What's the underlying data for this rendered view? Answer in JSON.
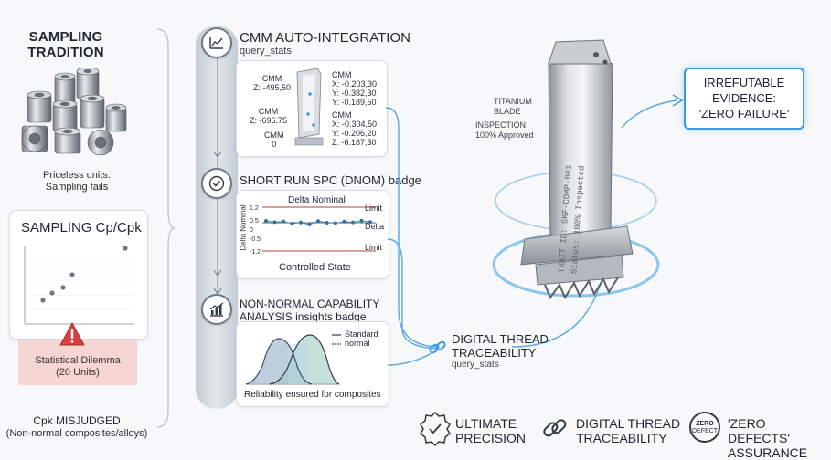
{
  "left": {
    "heading_line1": "SAMPLING",
    "heading_line2": "TRADITION",
    "caption_line1": "Priceless units:",
    "caption_line2": "Sampling fails",
    "cpk_card_title": "SAMPLING Cp/Cpk",
    "dilemma_line1": "Statistical Dilemma",
    "dilemma_line2": "(20 Units)",
    "misjudged_line1": "Cpk MISJUDGED",
    "misjudged_line2": "(Non-normal composites/alloys)"
  },
  "steps": {
    "cmm_title": "CMM AUTO-INTEGRATION",
    "cmm_subtitle": "query_stats",
    "cmm_labels": {
      "a1": "CMM",
      "a2": "Z: -495,50",
      "b1": "CMM",
      "b2": "Z: -696.75",
      "c1": "CMM",
      "c2": "0",
      "d1": "CMM",
      "d2": "X: -0.203,30",
      "d3": "Y: -0.382,30",
      "d4": "Y: -0.189,50",
      "e1": "CMM",
      "e2": "X: -0.304,50",
      "e3": "Y: -0.206,20",
      "e4": "Z: -6.187,30"
    },
    "spc_title": "SHORT RUN SPC (DNOM) badge",
    "spc_chart_title": "Delta Nominal",
    "spc_ylabel": "Delta Nominal",
    "spc_limit_top": "Limit",
    "spc_delta": "Delta",
    "spc_limit_bottom": "Limit",
    "spc_caption": "Controlled State",
    "spc_ticks": [
      "1.2",
      "0.5",
      "0",
      "-0.5",
      "-1.2"
    ],
    "nonnormal_title_line1": "NON-NORMAL CAPABILITY",
    "nonnormal_title_line2": "ANALYSIS insights badge",
    "nonnormal_legend_standard": "Standard",
    "nonnormal_legend_normal": "normal",
    "nonnormal_caption": "Reliability ensured for composites"
  },
  "blade": {
    "label_line1": "TITANIUM",
    "label_line2": "BLADE",
    "inspection_line1": "INSPECTION:",
    "inspection_line2": "100% Approved",
    "engraving_line1": "TRAIT ID: SKF-CDMP-001",
    "engraving_line2": "Status: 100% Inspected"
  },
  "right": {
    "evidence_line1": "IRREFUTABLE",
    "evidence_line2": "EVIDENCE:",
    "evidence_line3": "'ZERO FAILURE'",
    "thread_line1": "DIGITAL THREAD",
    "thread_line2": "TRACEABILITY",
    "thread_sub": "query_stats"
  },
  "footer": {
    "item1_line1": "ULTIMATE",
    "item1_line2": "PRECISION",
    "item2_line1": "DIGITAL THREAD",
    "item2_line2": "TRACEABILITY",
    "item3_line1": "'ZERO DEFECTS'",
    "item3_line2": "ASSURANCE",
    "zero_badge_line1": "ZERO",
    "zero_badge_line2": "DEFECT"
  },
  "chart_data": {
    "type": "scatter",
    "title": "Delta Nominal",
    "y_ticks": [
      1.2,
      0.5,
      0,
      -0.5,
      -1.2
    ],
    "ylim": [
      -1.2,
      1.2
    ],
    "limits": [
      1.2,
      -1.2
    ],
    "points": [
      0.45,
      0.38,
      0.42,
      0.3,
      0.36,
      0.25,
      0.44,
      0.35,
      0.33,
      0.41,
      0.37,
      0.46,
      0.39
    ]
  },
  "colors": {
    "accent_blue": "#3d9ae0",
    "limit_red": "#b04040",
    "delta_green": "#3c7a5a",
    "warning_red": "#d94040",
    "pink_panel": "#f6d6d2",
    "dark": "#1f2530"
  }
}
